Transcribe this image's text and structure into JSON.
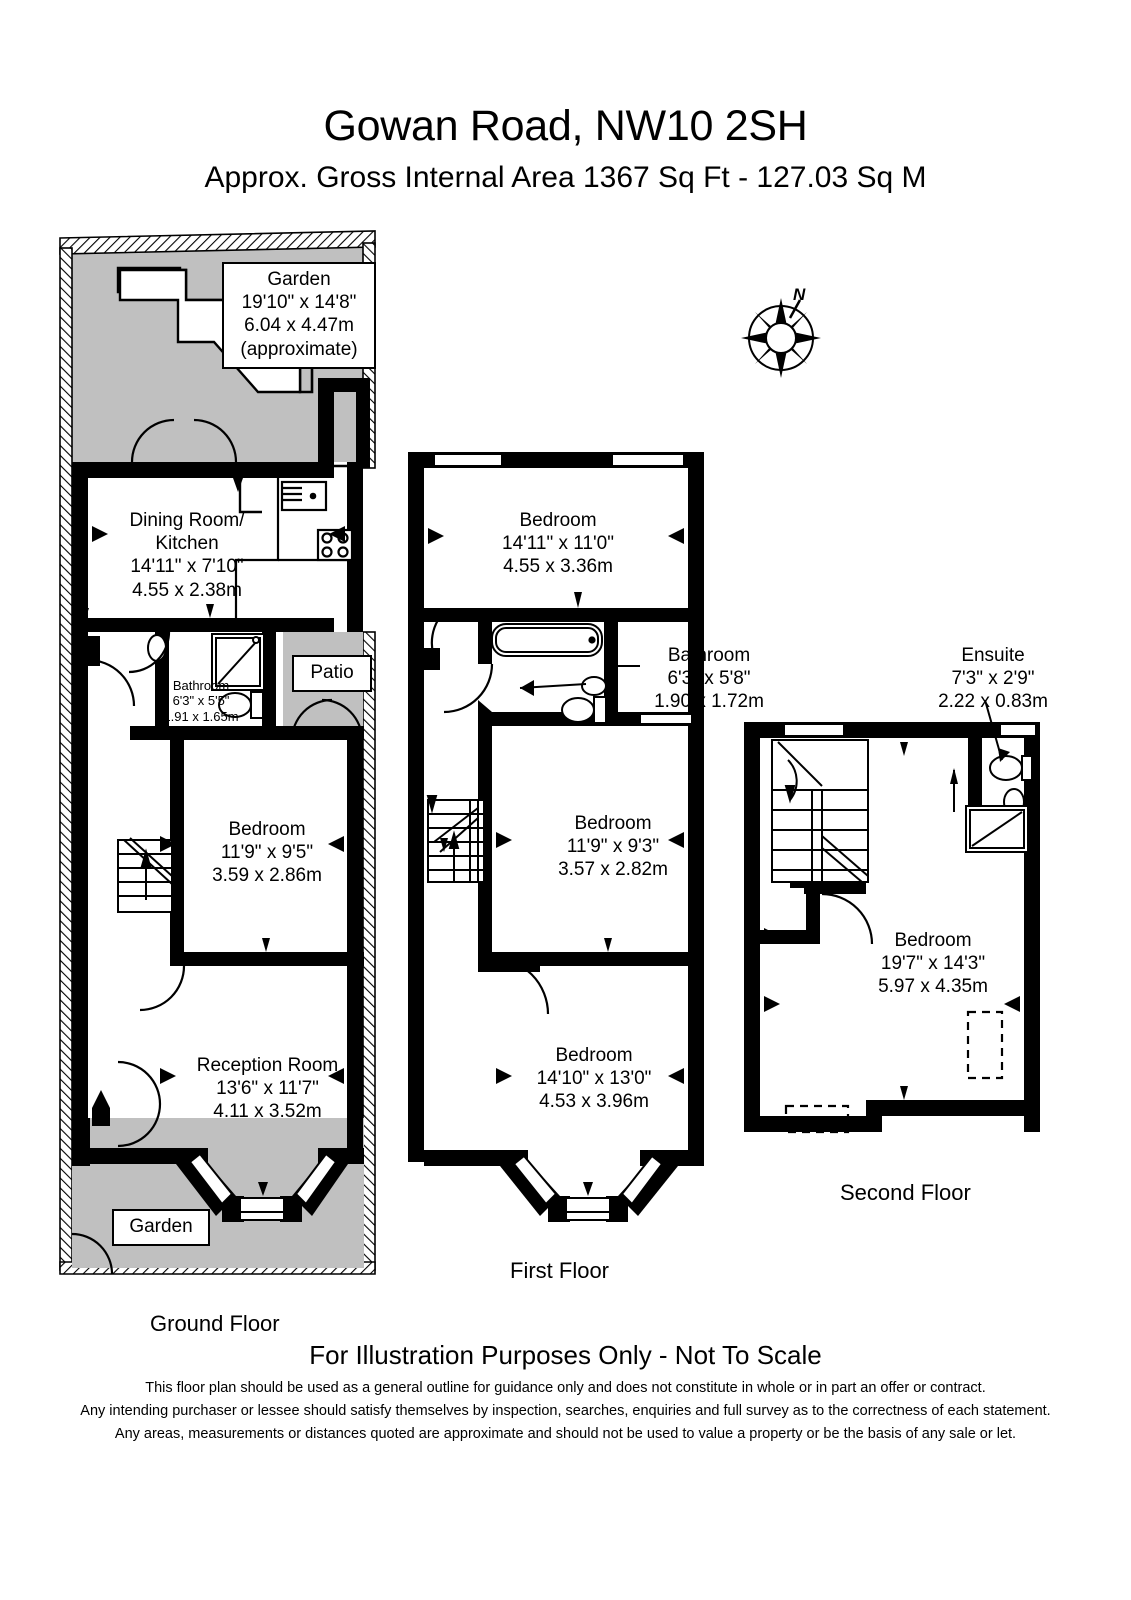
{
  "header": {
    "title": "Gowan Road, NW10 2SH",
    "subtitle": "Approx. Gross Internal Area   1367 Sq Ft  -  127.03 Sq M"
  },
  "compass": {
    "north_label": "N"
  },
  "floors": [
    {
      "id": "ground",
      "label": "Ground Floor",
      "rooms": [
        {
          "id": "garden-rear",
          "name": "Garden",
          "imperial": "19'10\" x 14'8\"",
          "metric": "6.04 x 4.47m",
          "note": "(approximate)"
        },
        {
          "id": "dining-kitchen",
          "name_line1": "Dining Room/",
          "name_line2": "Kitchen",
          "imperial": "14'11\" x 7'10\"",
          "metric": "4.55 x 2.38m"
        },
        {
          "id": "bathroom-ground",
          "name": "Bathroom",
          "imperial": "6'3\" x 5'5\"",
          "metric": "1.91 x 1.65m"
        },
        {
          "id": "patio",
          "name": "Patio"
        },
        {
          "id": "bedroom-ground",
          "name": "Bedroom",
          "imperial": "11'9\" x 9'5\"",
          "metric": "3.59 x 2.86m"
        },
        {
          "id": "reception-room",
          "name": "Reception Room",
          "imperial": "13'6\" x 11'7\"",
          "metric": "4.11 x 3.52m"
        },
        {
          "id": "garden-front",
          "name": "Garden"
        }
      ]
    },
    {
      "id": "first",
      "label": "First Floor",
      "rooms": [
        {
          "id": "bedroom-first-rear",
          "name": "Bedroom",
          "imperial": "14'11\" x 11'0\"",
          "metric": "4.55 x 3.36m"
        },
        {
          "id": "bathroom-first",
          "name": "Bathroom",
          "imperial": "6'3\" x 5'8\"",
          "metric": "1.90 x 1.72m"
        },
        {
          "id": "bedroom-first-mid",
          "name": "Bedroom",
          "imperial": "11'9\" x 9'3\"",
          "metric": "3.57 x 2.82m"
        },
        {
          "id": "bedroom-first-front",
          "name": "Bedroom",
          "imperial": "14'10\" x 13'0\"",
          "metric": "4.53 x 3.96m"
        }
      ]
    },
    {
      "id": "second",
      "label": "Second Floor",
      "rooms": [
        {
          "id": "ensuite",
          "name": "Ensuite",
          "imperial": "7'3\" x 2'9\"",
          "metric": "2.22 x 0.83m"
        },
        {
          "id": "bedroom-second",
          "name": "Bedroom",
          "imperial": "19'7\" x 14'3\"",
          "metric": "5.97 x 4.35m"
        }
      ]
    }
  ],
  "footer": {
    "illustration_notice": "For Illustration Purposes Only - Not To Scale",
    "disclaimer_line1": "This floor plan should be used as a general outline for guidance only and does not constitute in whole or in part an offer or contract.",
    "disclaimer_line2": "Any intending purchaser or lessee should satisfy themselves by inspection, searches, enquiries and full survey as to the correctness of each statement.",
    "disclaimer_line3": "Any areas, measurements or distances quoted are approximate and should not be used to value a property or be the basis of any sale or let."
  },
  "colors": {
    "wall": "#000000",
    "outdoor_fill": "#c0c0c0",
    "paper": "#ffffff"
  }
}
